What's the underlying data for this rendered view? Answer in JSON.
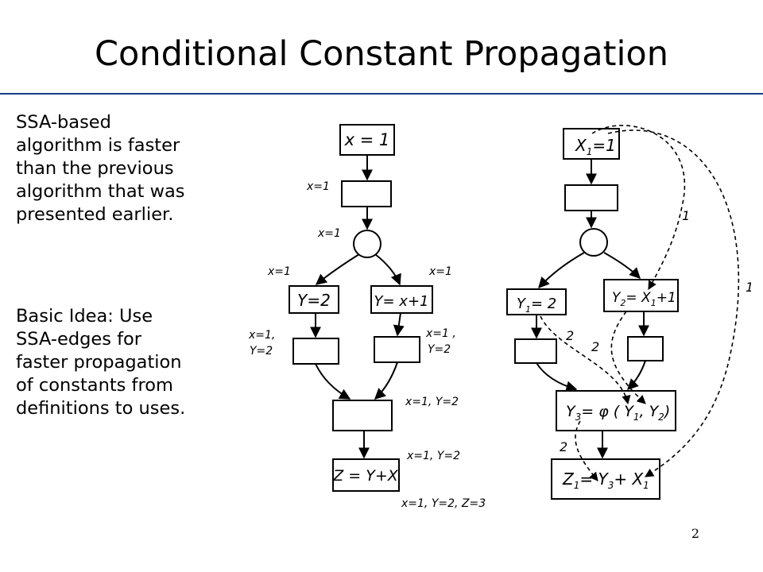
{
  "slide": {
    "title": "Conditional Constant Propagation",
    "page_number": "2",
    "accent_color": "#1a3c8c"
  },
  "text": {
    "paragraph_1": [
      "SSA-based",
      "algorithm is faster",
      "than the previous",
      "algorithm that was",
      "presented earlier."
    ],
    "paragraph_2": [
      "Basic Idea: Use",
      "SSA-edges for",
      "faster propagation",
      "of constants from",
      "definitions to uses."
    ]
  },
  "left_graph": {
    "nodes": {
      "entry": "x = 1",
      "left_assign": "Y=2",
      "right_assign": "Y= x+1",
      "exit": "Z = Y+X"
    },
    "edge_labels": {
      "entry_out": "x=1",
      "to_branch": "x=1",
      "branch_left": "x=1",
      "branch_right": "x=1",
      "left_out_1": "x=1,",
      "left_out_2": "Y=2",
      "right_out_1": "x=1 ,",
      "right_out_2": "Y=2",
      "merge_out": "x=1, Y=2",
      "to_exit": "x=1, Y=2",
      "exit_out": "x=1, Y=2, Z=3"
    }
  },
  "right_graph": {
    "nodes": {
      "entry_var": "X",
      "entry_sub": "1",
      "entry_rest": "=1",
      "left_var": "Y",
      "left_sub": "1",
      "left_rest": "= 2",
      "right_var": "Y",
      "right_sub": "2",
      "right_mid": "= X",
      "right_sub2": "1",
      "right_rest": "+1",
      "phi_var": "Y",
      "phi_sub": "3",
      "phi_mid": "= φ ( Y",
      "phi_arg1_sub": "1",
      "phi_comma": ", Y",
      "phi_arg2_sub": "2",
      "phi_close": ")",
      "exit_var": "Z",
      "exit_sub": "1",
      "exit_mid": "= Y",
      "exit_sub2": "3",
      "exit_plus": "+ X",
      "exit_sub3": "1"
    },
    "ssa_edge_labels": [
      "1",
      "1",
      "2",
      "2",
      "2"
    ]
  }
}
